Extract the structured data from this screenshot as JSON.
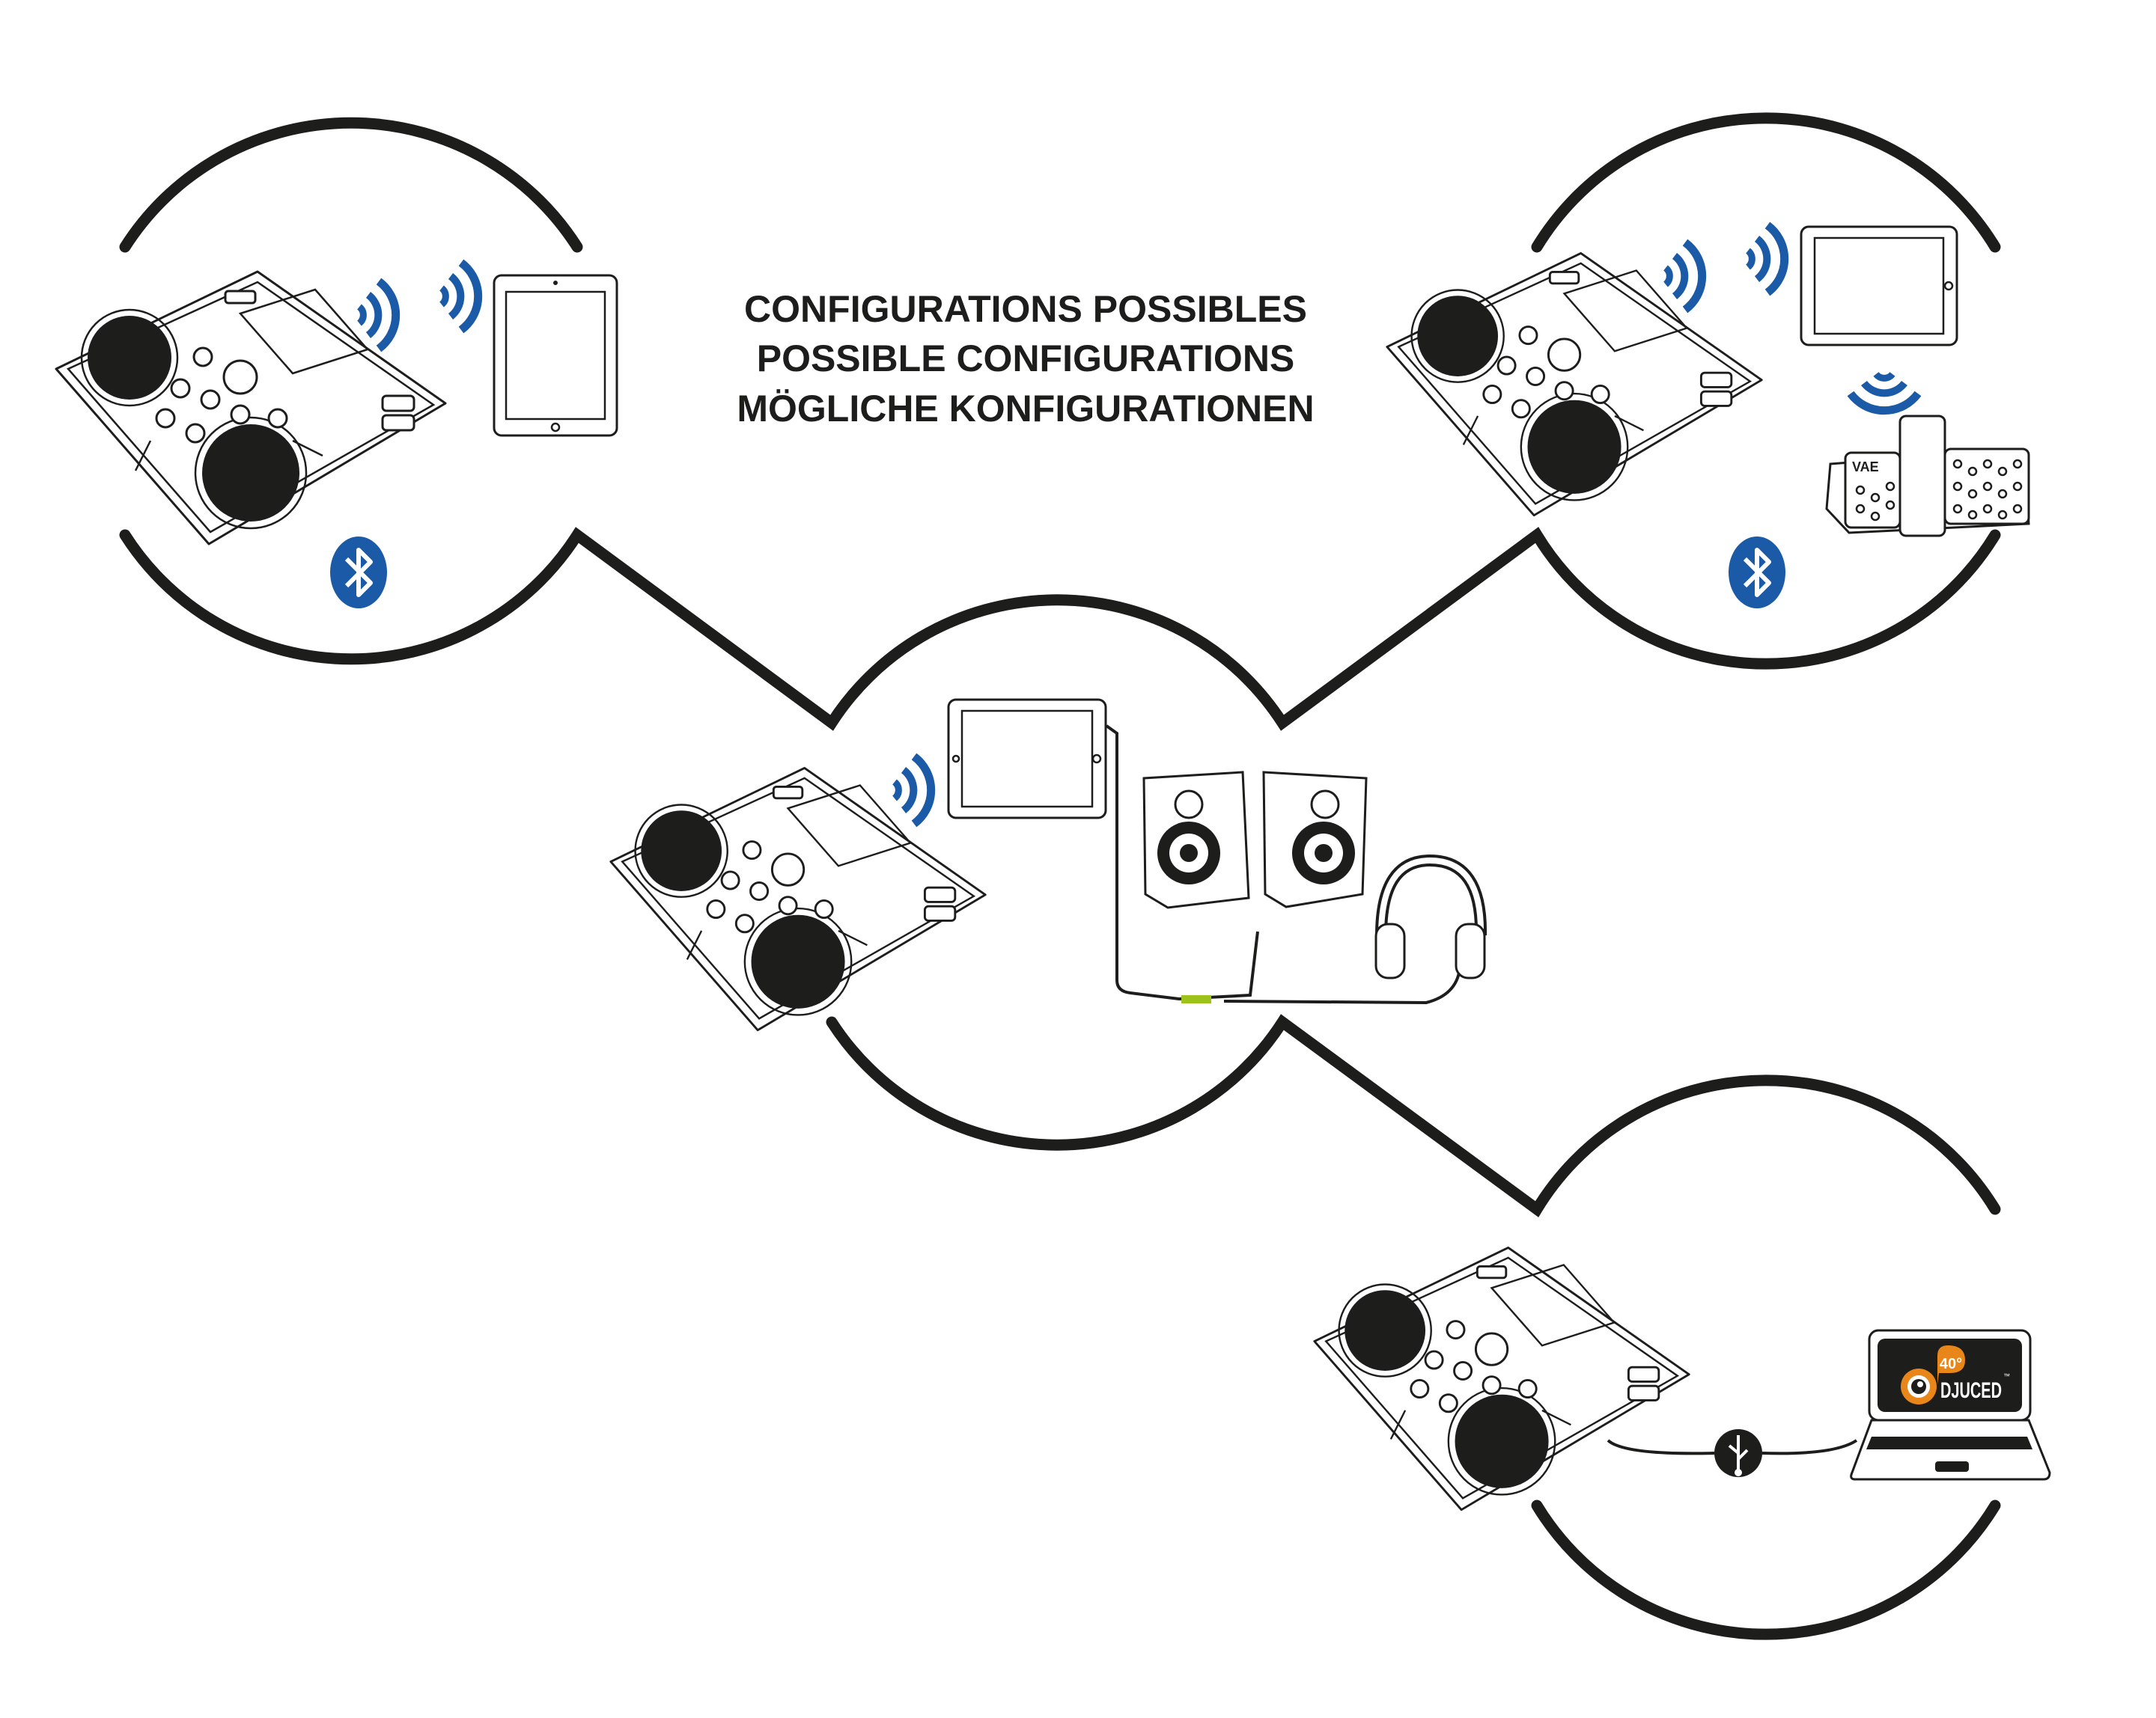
{
  "title": {
    "lines": [
      "CONFIGURATIONS POSSIBLES",
      "POSSIBLE CONFIGURATIONS",
      "MÖGLICHE KONFIGURATIONEN"
    ]
  },
  "configurations": [
    {
      "name": "controller-tablet-bluetooth",
      "devices": [
        "dj-controller",
        "tablet"
      ],
      "connection": "bluetooth-icon"
    },
    {
      "name": "controller-tablet-bluetooth-speaker",
      "devices": [
        "dj-controller",
        "tablet",
        "bluetooth-speaker"
      ],
      "connection": "bluetooth-icon"
    },
    {
      "name": "controller-tablet-speakers-headphones",
      "devices": [
        "dj-controller",
        "tablet",
        "speakers",
        "headphones"
      ],
      "connection": "wireless-and-audio-cable"
    },
    {
      "name": "controller-laptop-usb",
      "devices": [
        "dj-controller",
        "laptop"
      ],
      "connection": "usb-icon"
    }
  ],
  "logos": {
    "speaker_brand": "VAE",
    "software_badge": "40°",
    "software_name": "DJUCED",
    "trademark": "™"
  },
  "colors": {
    "line": "#1d1d1b",
    "wireless_blue": "#1a5aa6",
    "bluetooth_blue": "#1a5aa6",
    "djuced_orange": "#e8861a",
    "cable_connector_green": "#9cc21b"
  }
}
